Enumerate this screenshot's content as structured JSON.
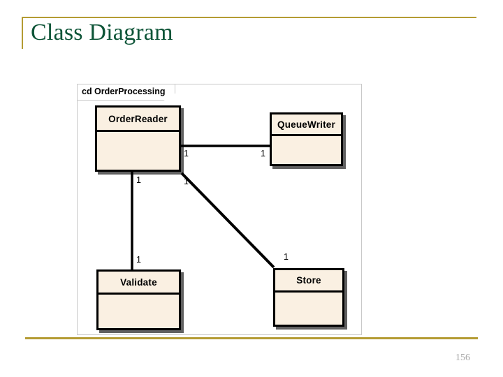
{
  "slide": {
    "title": "Class Diagram",
    "page_number": "156",
    "accent_color": "#b49b33",
    "title_color": "#0d5437"
  },
  "diagram": {
    "frame_label": "cd OrderProcessing",
    "box_fill_color": "#faf0e2",
    "box_border_color": "#000000",
    "classes": [
      {
        "name": "OrderReader"
      },
      {
        "name": "QueueWriter"
      },
      {
        "name": "Validate"
      },
      {
        "name": "Store"
      }
    ],
    "associations": [
      {
        "from": "OrderReader",
        "to": "QueueWriter",
        "from_multiplicity": "1",
        "to_multiplicity": "1"
      },
      {
        "from": "OrderReader",
        "to": "Validate",
        "from_multiplicity": "1",
        "to_multiplicity": "1"
      },
      {
        "from": "OrderReader",
        "to": "Store",
        "from_multiplicity": "1",
        "to_multiplicity": "1"
      }
    ]
  }
}
